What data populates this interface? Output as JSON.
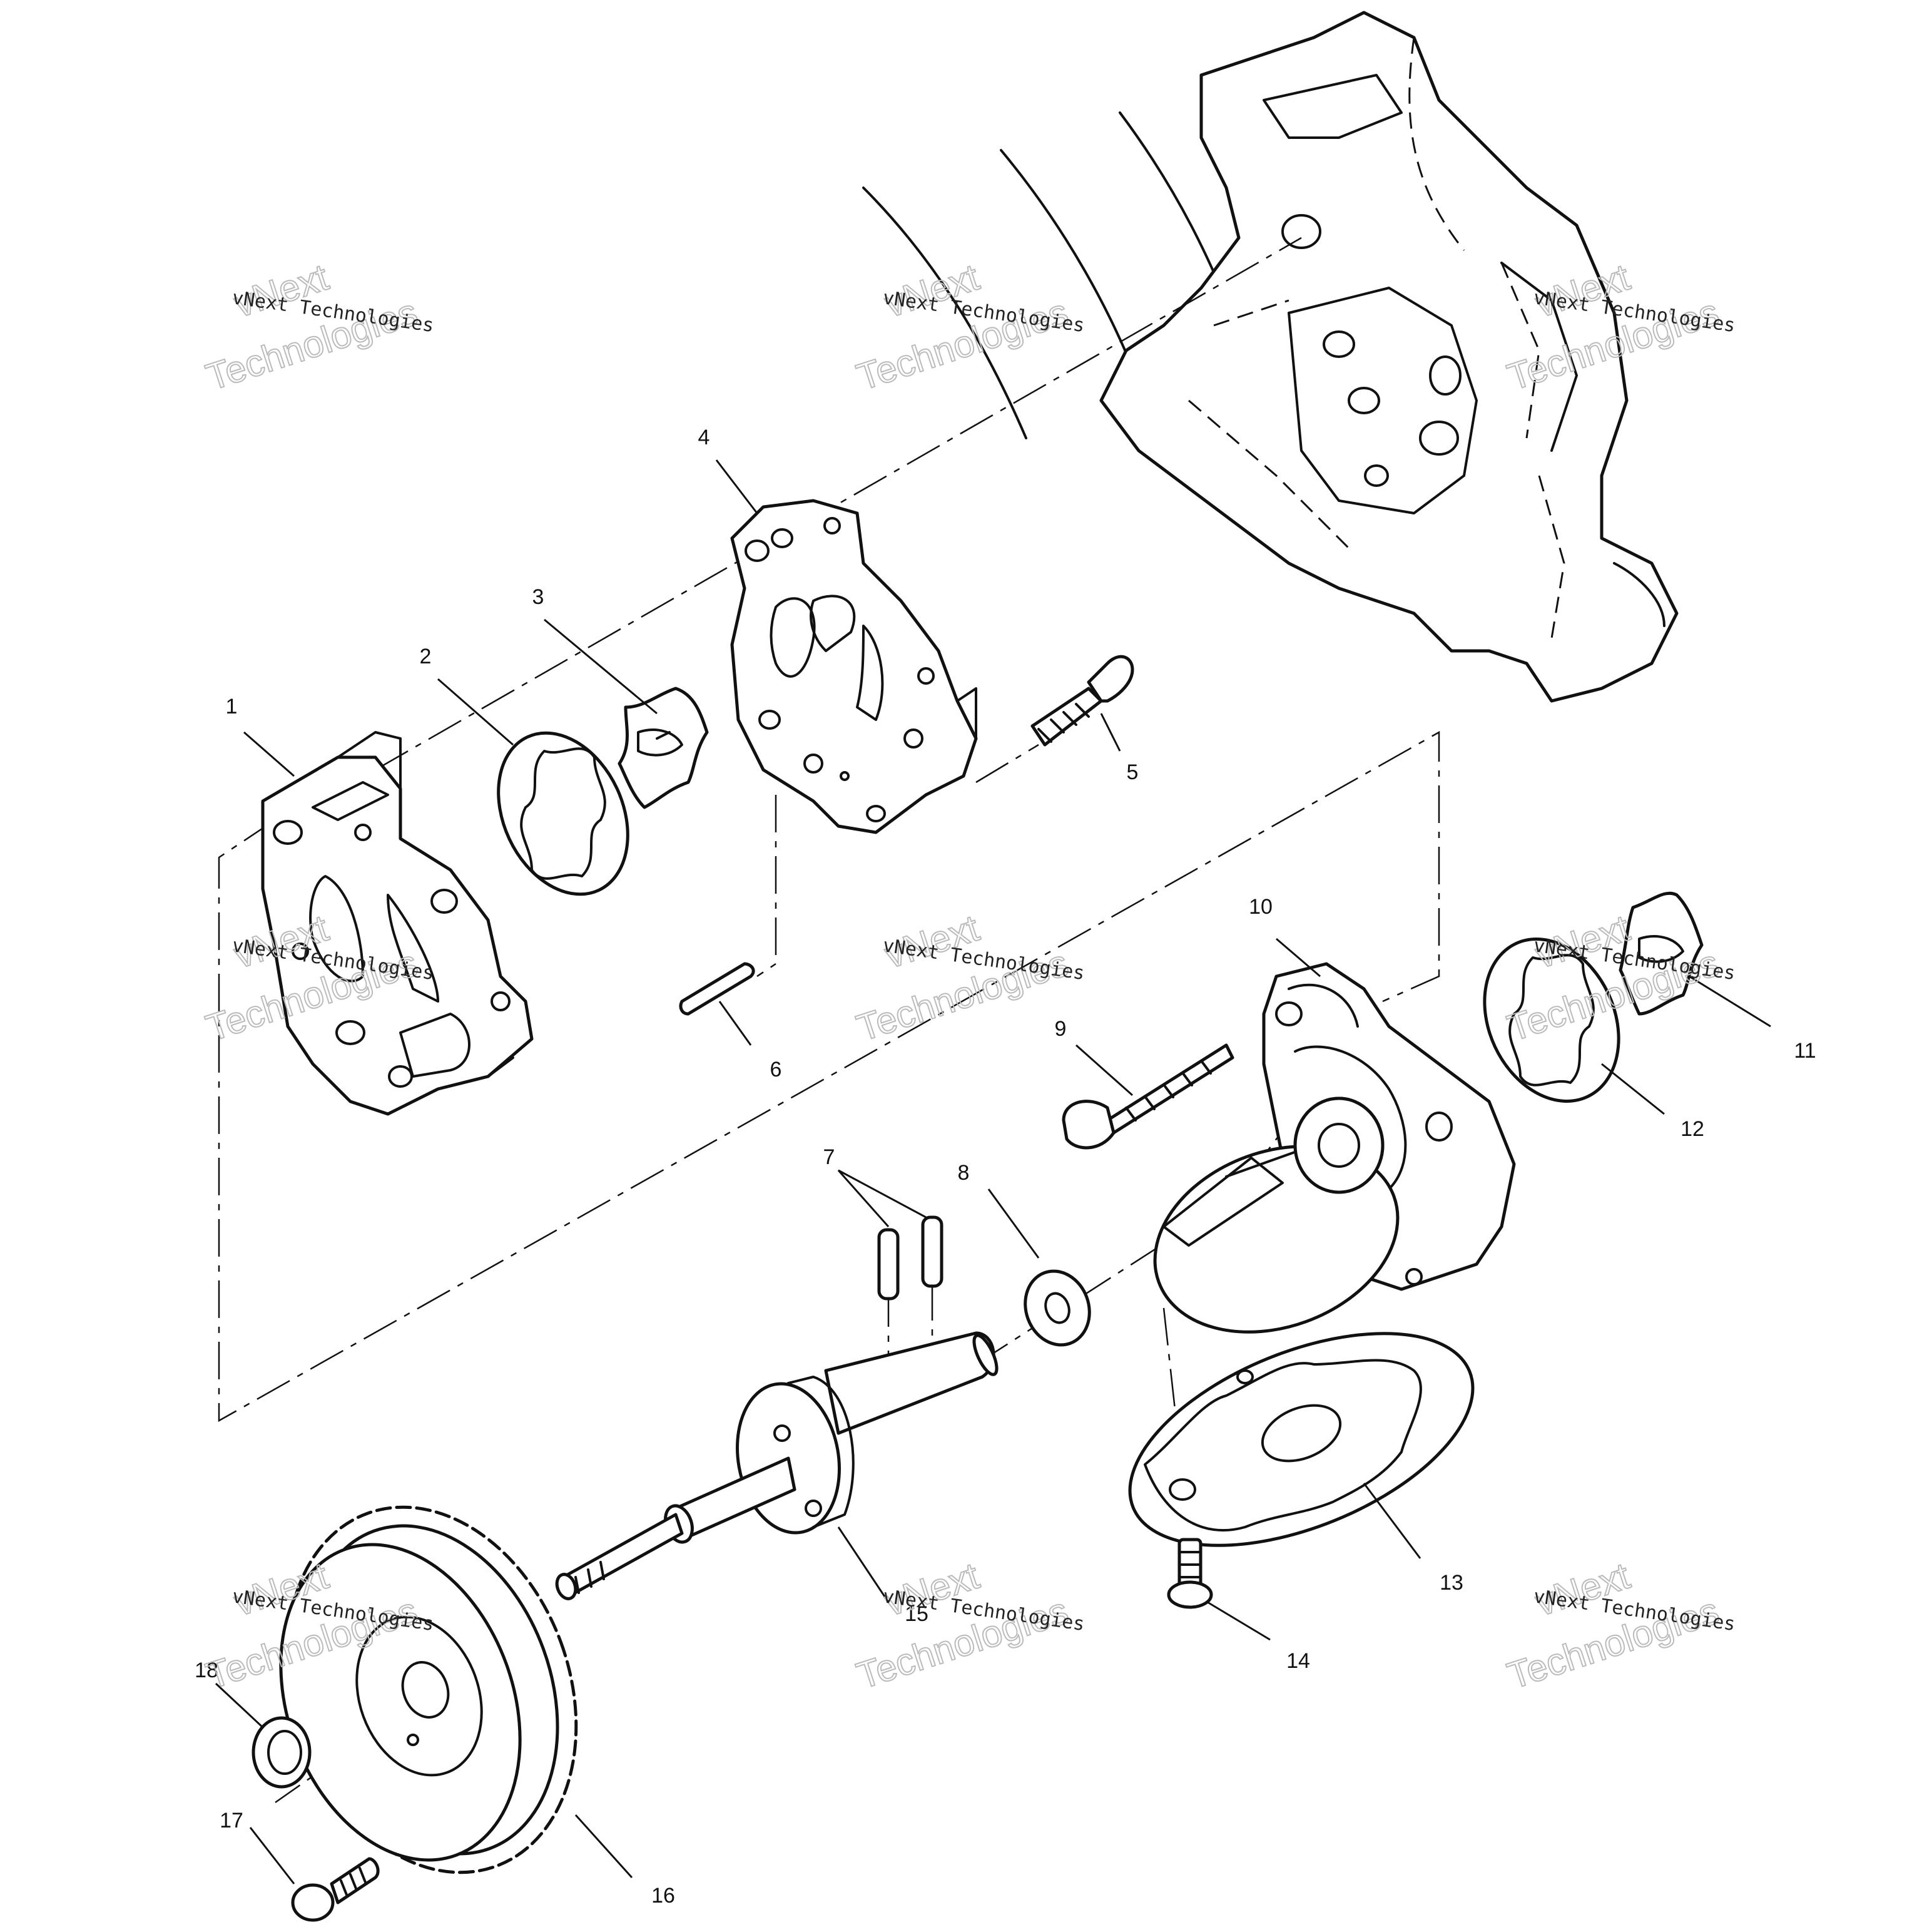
{
  "callouts": [
    {
      "id": "1",
      "label": "1"
    },
    {
      "id": "2",
      "label": "2"
    },
    {
      "id": "3",
      "label": "3"
    },
    {
      "id": "4",
      "label": "4"
    },
    {
      "id": "5",
      "label": "5"
    },
    {
      "id": "6",
      "label": "6"
    },
    {
      "id": "7",
      "label": "7"
    },
    {
      "id": "8",
      "label": "8"
    },
    {
      "id": "9",
      "label": "9"
    },
    {
      "id": "10",
      "label": "10"
    },
    {
      "id": "11",
      "label": "11"
    },
    {
      "id": "12",
      "label": "12"
    },
    {
      "id": "13",
      "label": "13"
    },
    {
      "id": "14",
      "label": "14"
    },
    {
      "id": "15",
      "label": "15"
    },
    {
      "id": "16",
      "label": "16"
    },
    {
      "id": "17",
      "label": "17"
    },
    {
      "id": "18",
      "label": "18"
    }
  ],
  "watermark": {
    "line1": "vNext Technologies",
    "line2": "vNext",
    "line3": "Technologies"
  }
}
